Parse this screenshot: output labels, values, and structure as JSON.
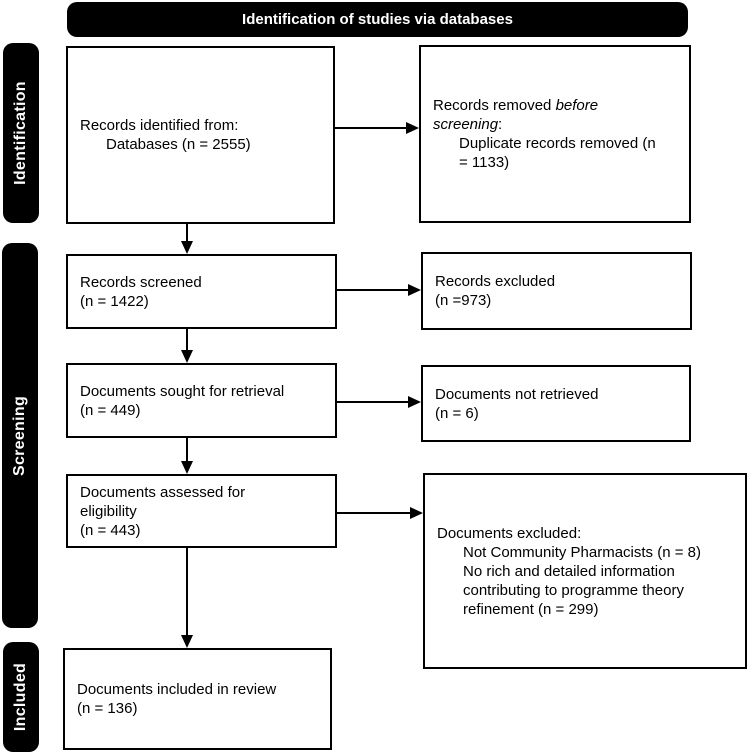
{
  "title_banner": "Identification of studies via databases",
  "stage_labels": {
    "identification": "Identification",
    "screening": "Screening",
    "included": "Included"
  },
  "boxes": {
    "records_identified": {
      "line1": "Records identified from:",
      "line2": "Databases (n = 2555)"
    },
    "records_removed": {
      "line1_regular": "Records removed ",
      "line1_italic": "before",
      "line2_italic": "screening",
      "line2_regular": ":",
      "line3": "Duplicate records removed (n",
      "line4": "= 1133)"
    },
    "records_screened": {
      "line1": "Records screened",
      "line2": "(n = 1422)"
    },
    "records_excluded": {
      "line1": "Records excluded",
      "line2": "(n =973)"
    },
    "documents_sought": {
      "line1": "Documents sought for retrieval",
      "line2": "(n = 449)"
    },
    "documents_not_retrieved": {
      "line1": "Documents not retrieved",
      "line2": "(n = 6)"
    },
    "documents_assessed": {
      "line1": "Documents assessed for",
      "line2": "eligibility",
      "line3": "(n = 443)"
    },
    "documents_excluded": {
      "line1": "Documents excluded:",
      "line2": "Not Community Pharmacists (n = 8)",
      "line3": "No rich and detailed information",
      "line4": "contributing to programme theory",
      "line5": "refinement (n = 299)"
    },
    "documents_included": {
      "line1": "Documents included in review",
      "line2": "(n = 136)"
    }
  },
  "colors": {
    "banner_fill": "#000000",
    "box_border": "#000000",
    "text": "#000000",
    "background": "#ffffff"
  }
}
